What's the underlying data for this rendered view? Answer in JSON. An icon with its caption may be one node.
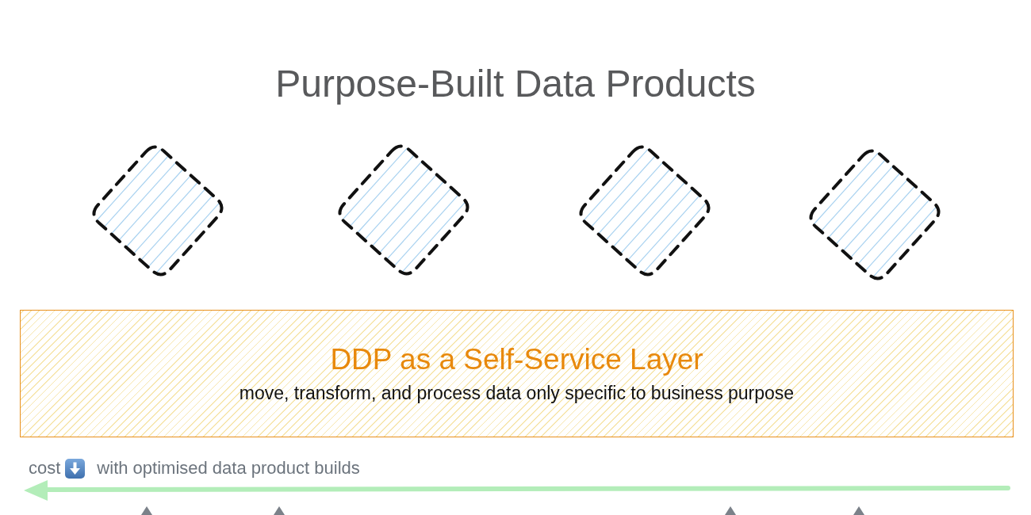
{
  "diagram": {
    "title": "Purpose-Built Data Products",
    "nodes": [
      {
        "text": [],
        "shape": "diamond"
      },
      {
        "text": [],
        "shape": "diamond"
      },
      {
        "text": [],
        "shape": "diamond"
      },
      {
        "text": [],
        "shape": "diamond"
      },
      {
        "text": [
          "DDP as a Self-Service Layer",
          "move, transform, and process data only specific to business purpose"
        ]
      }
    ],
    "labels": [
      "cost",
      "with optimised data product builds"
    ]
  }
}
